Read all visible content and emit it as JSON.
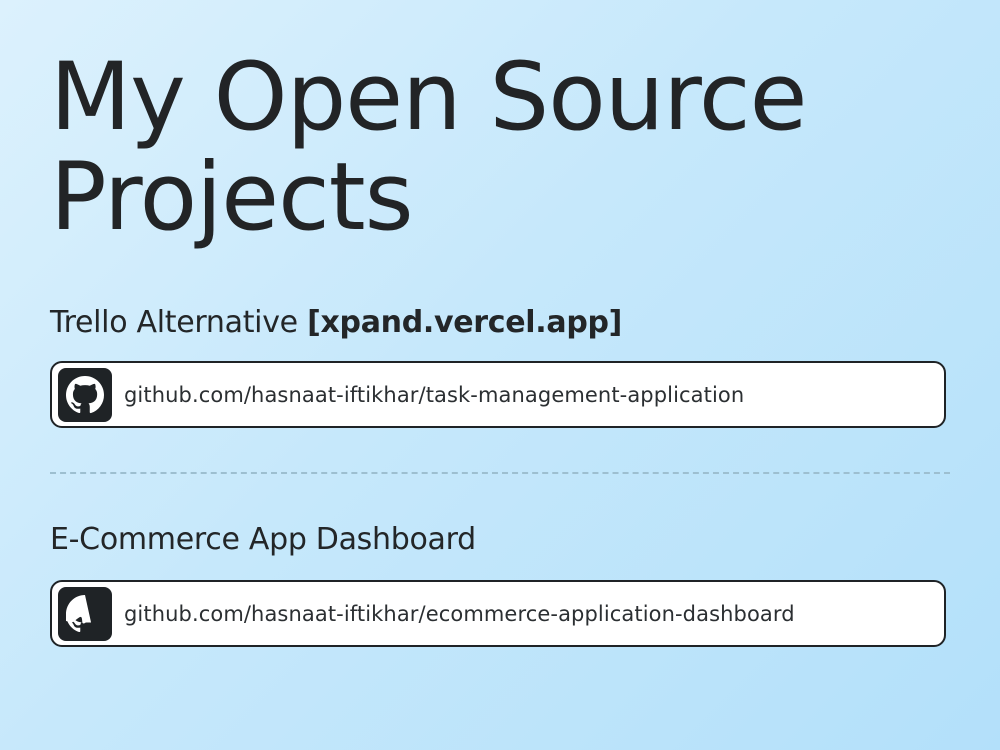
{
  "page": {
    "title": "My Open Source Projects"
  },
  "projects": [
    {
      "name": "Trello Alternative",
      "live_link": "[xpand.vercel.app]",
      "repo_icon": "github-icon",
      "repo_url_text": "github.com/hasnaat-iftikhar/task-management-application"
    },
    {
      "name": "E-Commerce App Dashboard",
      "live_link": "",
      "repo_icon": "github-icon",
      "repo_url_text": "github.com/hasnaat-iftikhar/ecommerce-application-dashboard"
    }
  ],
  "colors": {
    "text": "#1f2326",
    "icon_bg": "#1f2326",
    "link_bg": "#ffffff",
    "divider": "#9dbfd0",
    "bg_start": "#dcf1fd",
    "bg_end": "#b3e0fa"
  }
}
